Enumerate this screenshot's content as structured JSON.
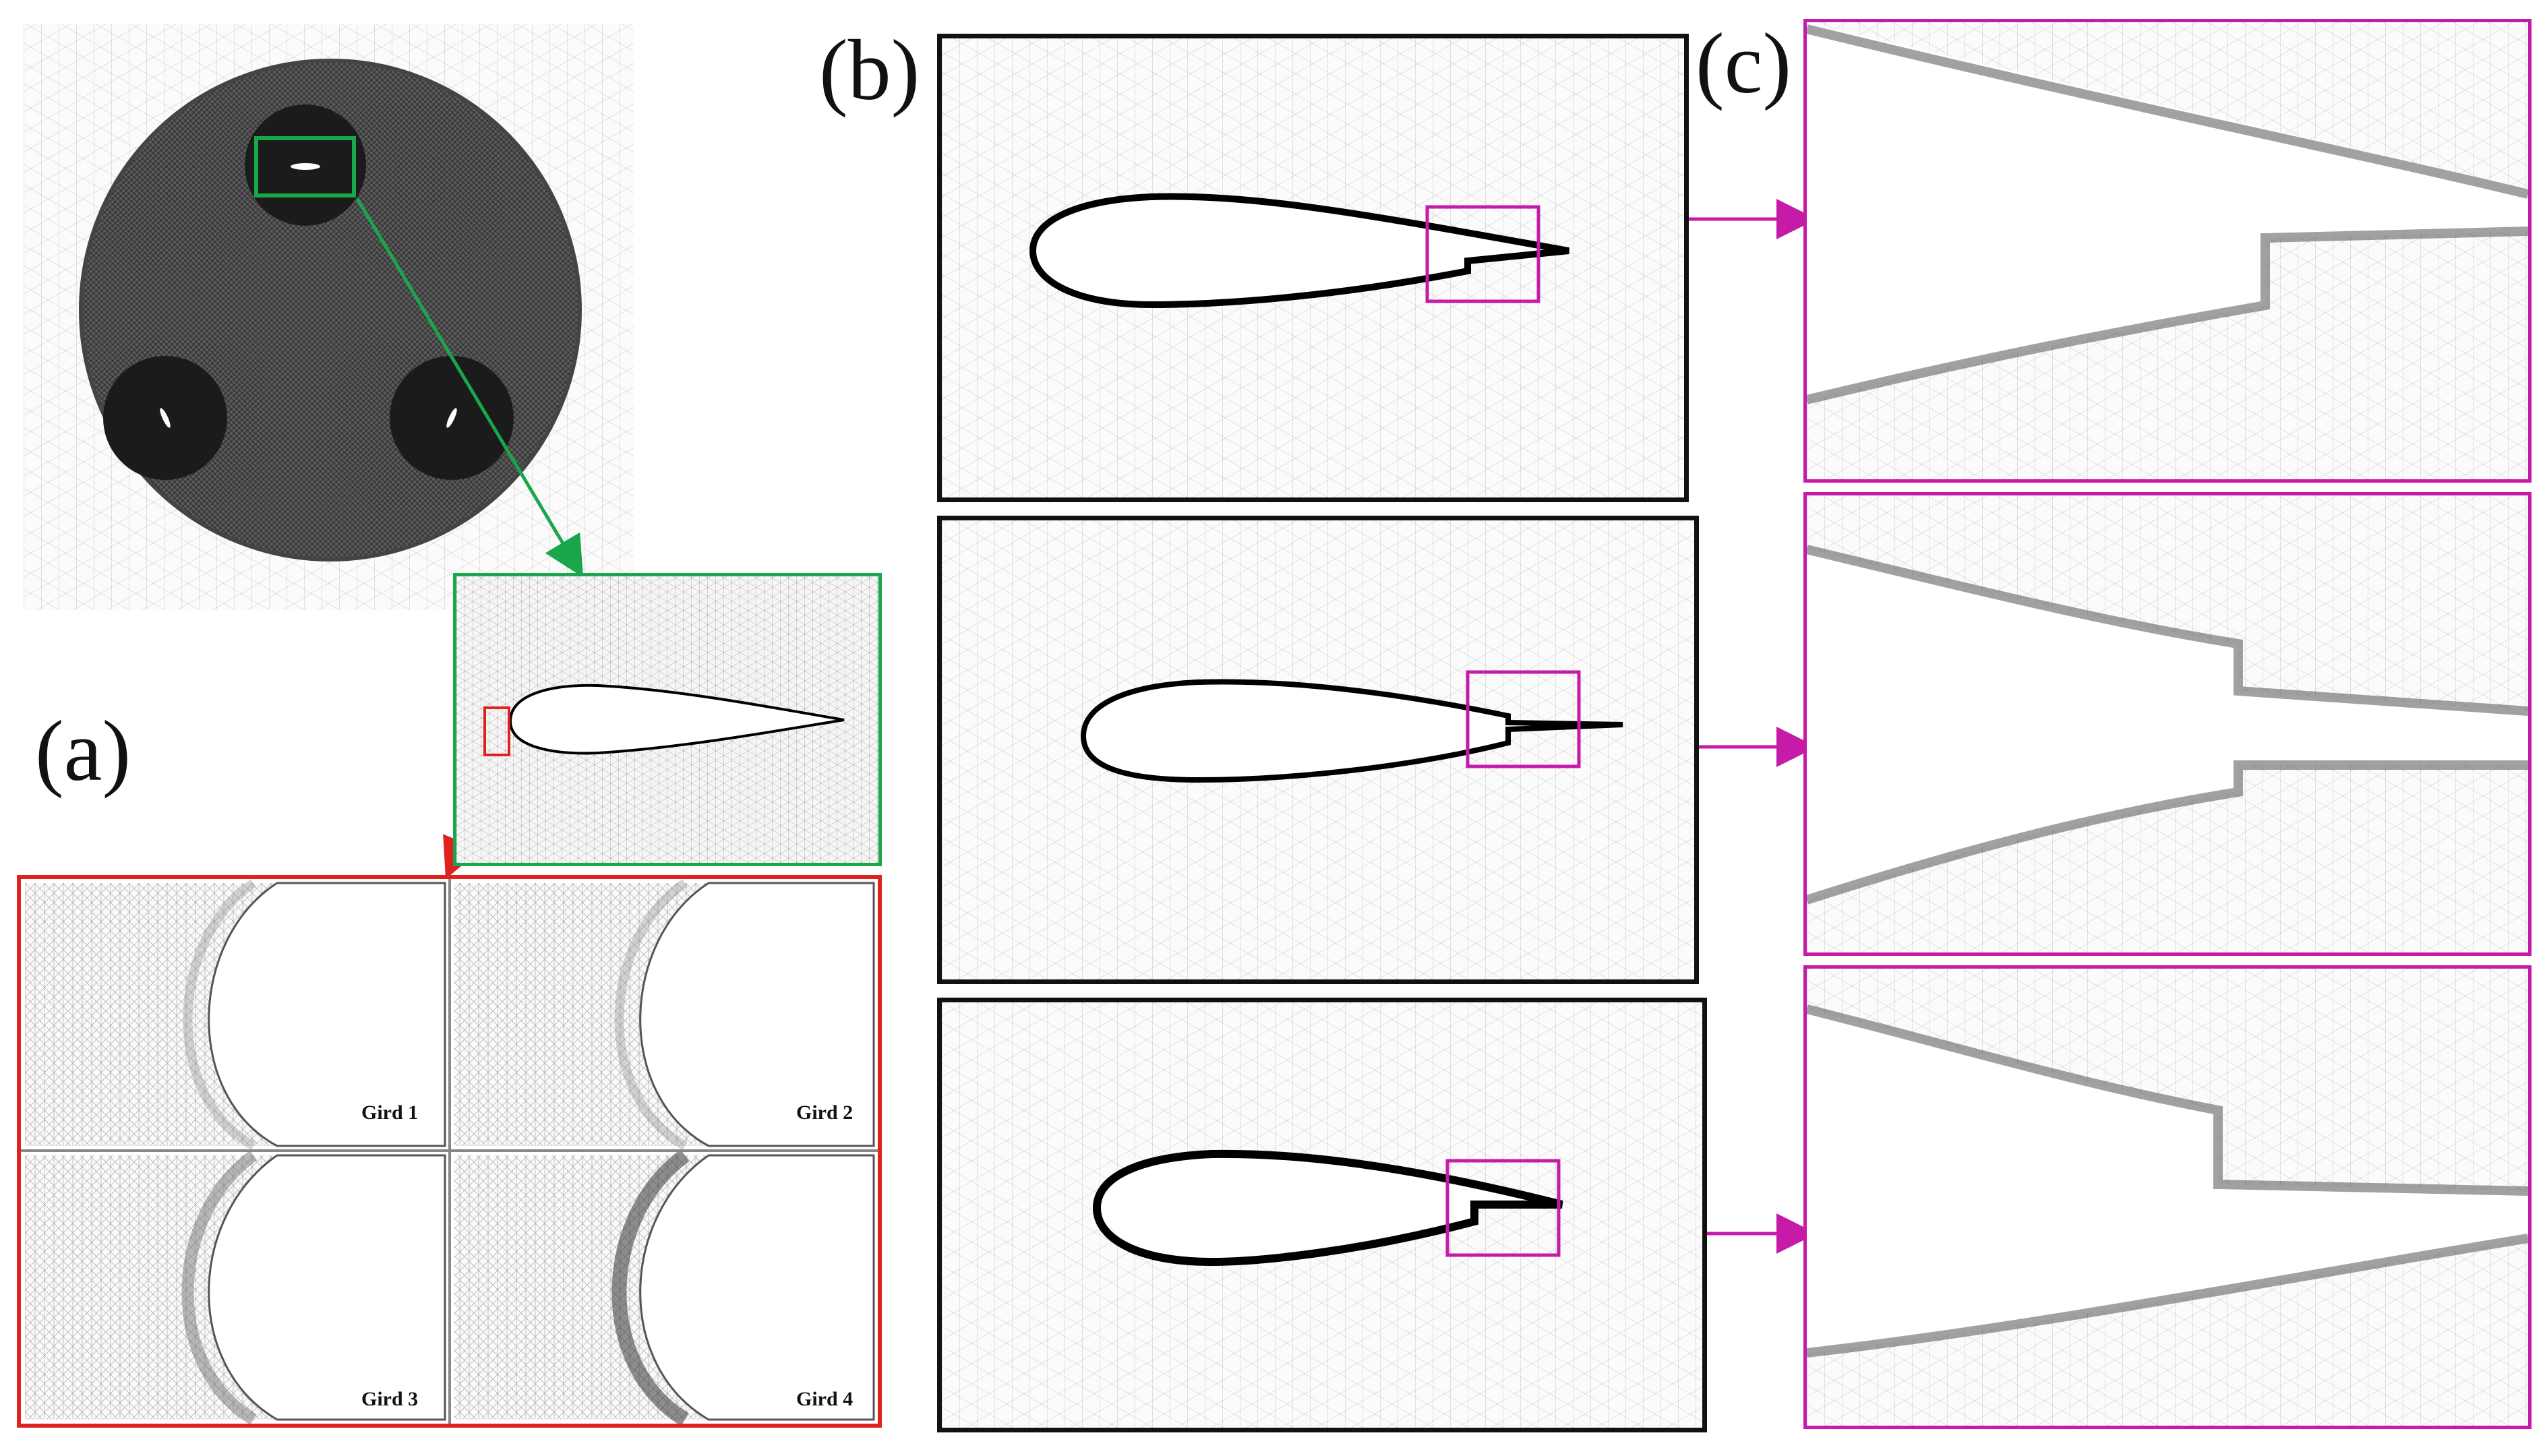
{
  "labels": {
    "a": "(a)",
    "b": "(b)",
    "c": "(c)"
  },
  "grid_labels": [
    "Gird 1",
    "Gird 2",
    "Gird 3",
    "Gird 4"
  ],
  "colors": {
    "green": "#1aa64a",
    "red": "#e0221f",
    "magenta": "#c51ba8",
    "black": "#111111"
  }
}
